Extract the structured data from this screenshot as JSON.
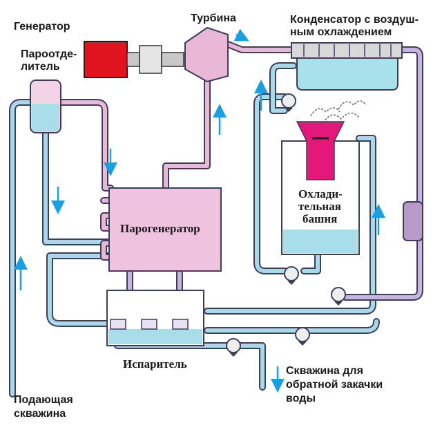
{
  "labels": {
    "generator": "Генератор",
    "turbine": "Турбина",
    "condenser_line1": "Конденсатор с воздуш-",
    "condenser_line2": "ным охлаждением",
    "separator_line1": "Пароотде-",
    "separator_line2": "литель",
    "steam_generator": "Парогенератор",
    "cooling_tower_line1": "Охлади-",
    "cooling_tower_line2": "тельная",
    "cooling_tower_line3": "башня",
    "evaporator": "Испаритель",
    "supply_well_line1": "Подающая",
    "supply_well_line2": "скважина",
    "reinjection_line1": "Скважина для",
    "reinjection_line2": "обратной закачки",
    "reinjection_line3": "воды"
  },
  "colors": {
    "pipe_pink": "#e9b8d6",
    "pipe_blue": "#a9d8e8",
    "pipe_outline": "#3d3d5c",
    "generator_red": "#e0141e",
    "tower_magenta": "#e4187a",
    "condenser_blue": "#a8e0ec",
    "steam_gen_fill": "#efc3df",
    "water_fill": "#a9dde9",
    "arrow_blue": "#1aa0e0",
    "vessel_purple": "#b79ac8"
  },
  "icons": {
    "pump": "pump-icon",
    "flow_arrow": "flow-arrow-icon",
    "steam_plume": "steam-plume-icon"
  }
}
